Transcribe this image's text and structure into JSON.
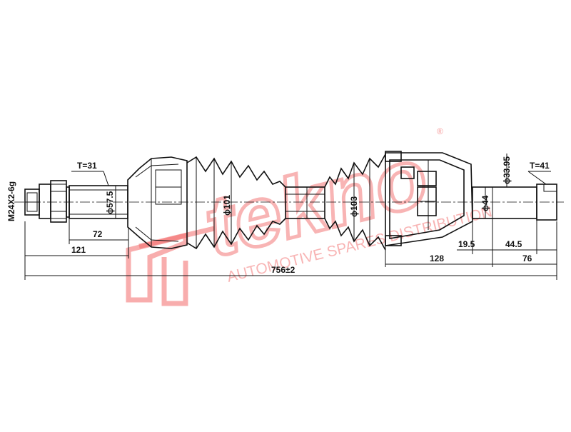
{
  "labels": {
    "thread": "M24X2-6g",
    "t_left": "T=31",
    "t_right": "T=41",
    "d57": "ϕ57.5",
    "d101": "ϕ101",
    "d103": "ϕ103",
    "d44": "ϕ44",
    "d3395": "ϕ33.95",
    "l72": "72",
    "l121": "121",
    "l756": "756±2",
    "l128": "128",
    "l195": "19.5",
    "l445": "44.5",
    "l76": "76"
  },
  "watermark": {
    "brand": "tekno",
    "sub": "AUTOMOTIVE SPARES DISTRIBUTION",
    "reg": "®"
  },
  "colors": {
    "line": "#111111",
    "watermark": "#f05a5a"
  }
}
